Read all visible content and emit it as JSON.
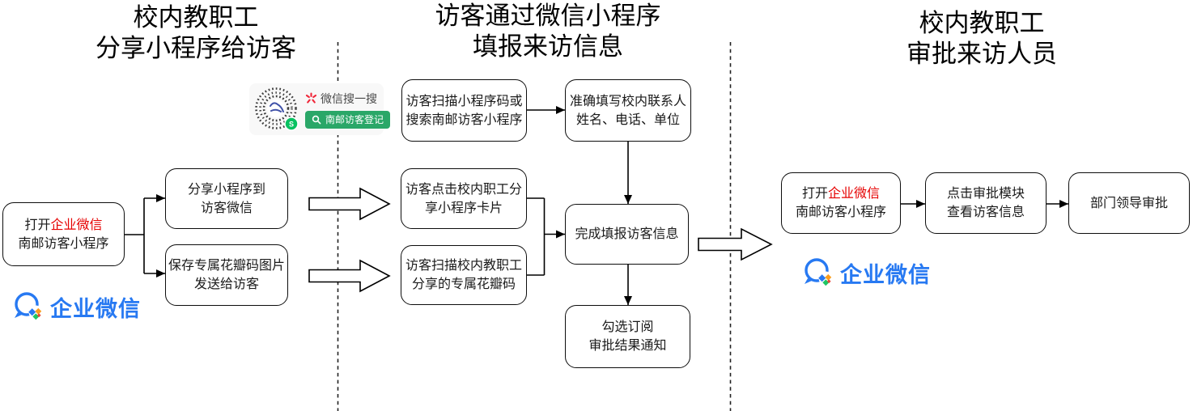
{
  "sections": {
    "left": {
      "title": [
        "校内教职工",
        "分享小程序给访客"
      ]
    },
    "middle": {
      "title": [
        "访客通过微信小程序",
        "填报来访信息"
      ]
    },
    "right": {
      "title": [
        "校内教职工",
        "审批来访人员"
      ]
    }
  },
  "nodes": {
    "open_wecom_left": {
      "prefix": "打开",
      "brand": "企业微信",
      "line2": "南邮访客小程序"
    },
    "share_mini_program": {
      "line1": "分享小程序到",
      "line2": "访客微信"
    },
    "save_petal_code": {
      "line1": "保存专属花瓣码图片",
      "line2": "发送给访客"
    },
    "scan_or_search": {
      "line1": "访客扫描小程序码或",
      "line2": "搜索南邮访客小程序"
    },
    "fill_contact_info": {
      "line1": "准确填写校内联系人",
      "line2": "姓名、电话、单位"
    },
    "click_shared_card": {
      "line1": "访客点击校内职工分",
      "line2": "享小程序卡片"
    },
    "scan_shared_petal": {
      "line1": "访客扫描校内教职工",
      "line2": "分享的专属花瓣码"
    },
    "complete_form": {
      "line1": "完成填报访客信息"
    },
    "subscribe_notice": {
      "line1": "勾选订阅",
      "line2": "审批结果通知"
    },
    "open_wecom_right": {
      "prefix": "打开",
      "brand": "企业微信",
      "line2": "南邮访客小程序"
    },
    "check_approval_module": {
      "line1": "点击审批模块",
      "line2": "查看访客信息"
    },
    "department_leader_approval": {
      "line1": "部门领导审批"
    }
  },
  "search_card": {
    "brand_label": "微信搜一搜",
    "button_label": "南邮访客登记"
  },
  "wecom_logo": {
    "label": "企业微信"
  },
  "colors": {
    "highlight_red": "#e60000",
    "wecom_blue": "#2779f2",
    "search_green": "#2aa768",
    "spark_red": "#f0273a",
    "mini_program_green": "#07c160"
  }
}
